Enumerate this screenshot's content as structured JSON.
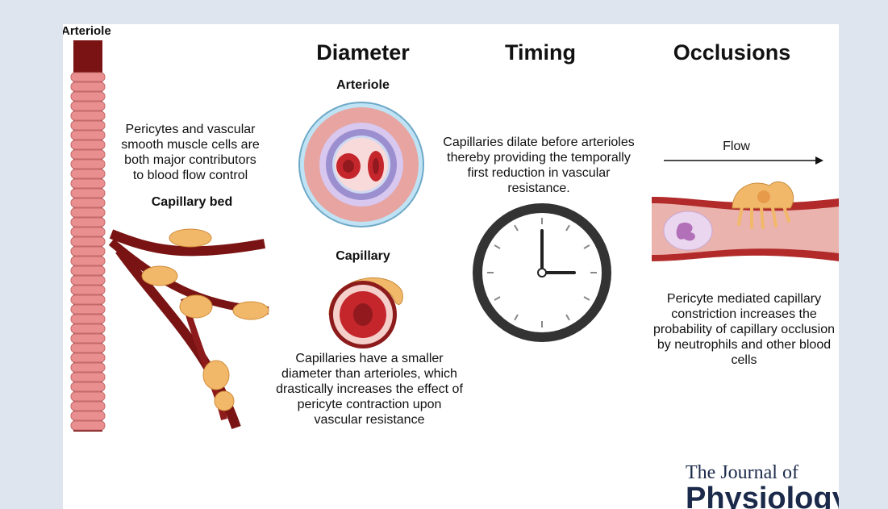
{
  "figure": {
    "labels": {
      "arteriole_top": "Arteriole",
      "capillary_bed": "Capillary bed",
      "pericytes_note": "Pericytes and vascular\nsmooth muscle cells are\nboth major contributors\nto blood flow control"
    },
    "diameter": {
      "heading": "Diameter",
      "arteriole_label": "Arteriole",
      "capillary_label": "Capillary",
      "caption": "Capillaries have a smaller\ndiameter than arterioles, which\ndrastically increases the effect of\npericyte contraction upon\nvascular resistance"
    },
    "timing": {
      "heading": "Timing",
      "caption": "Capillaries dilate before arterioles\nthereby providing the temporally\nfirst reduction in vascular\nresistance."
    },
    "occlusions": {
      "heading": "Occlusions",
      "flow_label": "Flow",
      "caption": "Pericyte mediated capillary\nconstriction increases the\nprobability of capillary occlusion\nby neutrophils and other blood\ncells"
    },
    "journal": {
      "line1": "The Journal of",
      "line2": "Physiology"
    },
    "colors": {
      "vessel_dark": "#7a1414",
      "vessel_mid": "#b22a2a",
      "muscle_pink": "#e98f8f",
      "pericyte_orange": "#f2b86a",
      "clock_rim": "#333333",
      "journal_navy": "#1b2a4a",
      "frame_bg": "#dfe5ee"
    }
  }
}
